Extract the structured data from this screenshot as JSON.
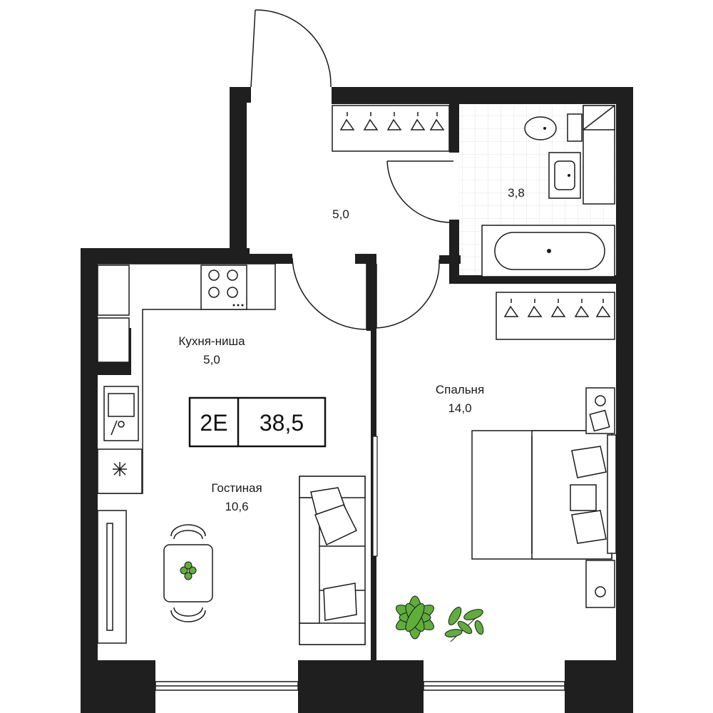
{
  "plan": {
    "badge": {
      "type": "2E",
      "area": "38,5"
    },
    "rooms": [
      {
        "id": "hallway",
        "name": "",
        "area": "5,0"
      },
      {
        "id": "bathroom",
        "name": "",
        "area": "3,8"
      },
      {
        "id": "kitchen",
        "name": "Кухня-ниша",
        "area": "5,0"
      },
      {
        "id": "living",
        "name": "Гостиная",
        "area": "10,6"
      },
      {
        "id": "bedroom",
        "name": "Спальня",
        "area": "14,0"
      }
    ],
    "colors": {
      "wall": "#1f1f1f",
      "plant": "#5fae3a",
      "tile": "#dfe6ea"
    }
  }
}
